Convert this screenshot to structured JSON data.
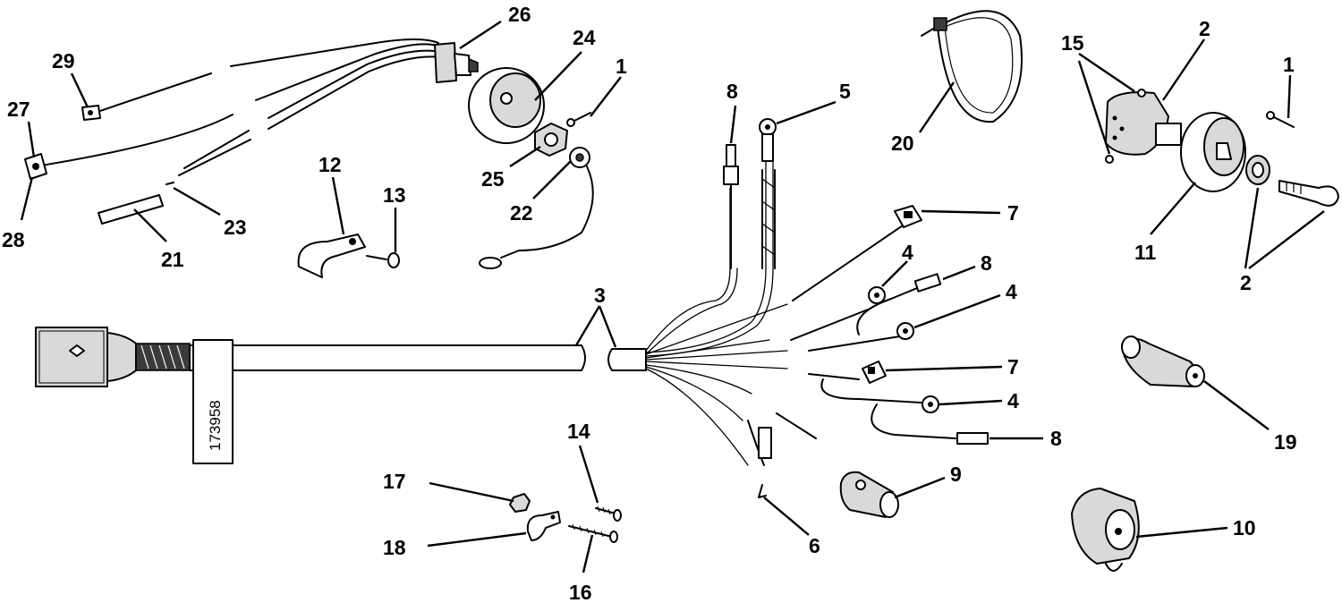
{
  "part_number_tag": "173958",
  "callouts": [
    {
      "id": "c26",
      "text": "26"
    },
    {
      "id": "c24",
      "text": "24"
    },
    {
      "id": "c29",
      "text": "29"
    },
    {
      "id": "c27",
      "text": "27"
    },
    {
      "id": "c28",
      "text": "28"
    },
    {
      "id": "c21",
      "text": "21"
    },
    {
      "id": "c23",
      "text": "23"
    },
    {
      "id": "c12",
      "text": "12"
    },
    {
      "id": "c13",
      "text": "13"
    },
    {
      "id": "c1a",
      "text": "1"
    },
    {
      "id": "c25",
      "text": "25"
    },
    {
      "id": "c22",
      "text": "22"
    },
    {
      "id": "c8a",
      "text": "8"
    },
    {
      "id": "c5",
      "text": "5"
    },
    {
      "id": "c20",
      "text": "20"
    },
    {
      "id": "c15",
      "text": "15"
    },
    {
      "id": "c2a",
      "text": "2"
    },
    {
      "id": "c1b",
      "text": "1"
    },
    {
      "id": "c11",
      "text": "11"
    },
    {
      "id": "c2b",
      "text": "2"
    },
    {
      "id": "c7a",
      "text": "7"
    },
    {
      "id": "c4a",
      "text": "4"
    },
    {
      "id": "c8b",
      "text": "8"
    },
    {
      "id": "c4b",
      "text": "4"
    },
    {
      "id": "c3",
      "text": "3"
    },
    {
      "id": "c7b",
      "text": "7"
    },
    {
      "id": "c4c",
      "text": "4"
    },
    {
      "id": "c8c",
      "text": "8"
    },
    {
      "id": "c19",
      "text": "19"
    },
    {
      "id": "c14",
      "text": "14"
    },
    {
      "id": "c17",
      "text": "17"
    },
    {
      "id": "c18",
      "text": "18"
    },
    {
      "id": "c16",
      "text": "16"
    },
    {
      "id": "c6",
      "text": "6"
    },
    {
      "id": "c9",
      "text": "9"
    },
    {
      "id": "c10",
      "text": "10"
    }
  ]
}
